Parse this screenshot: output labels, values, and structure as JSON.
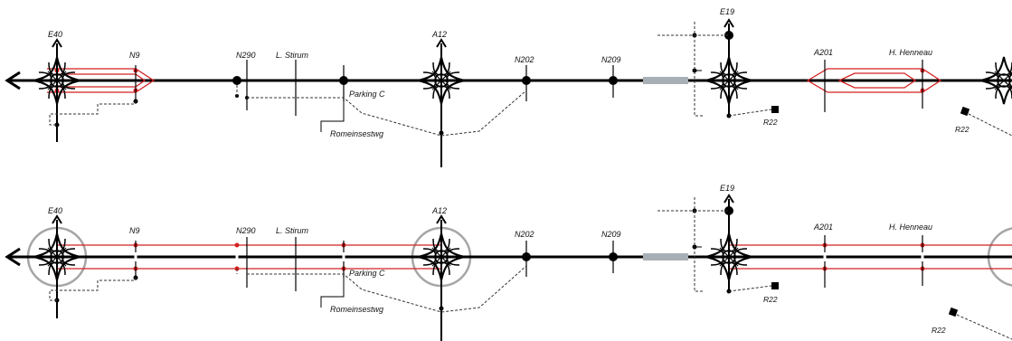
{
  "colors": {
    "road": "#000000",
    "proposal": "#d42020",
    "connector": "#333333",
    "ring": "#a6a6a6",
    "bridge": "#a9b0b5",
    "background": "#ffffff"
  },
  "icons": {
    "arrow": "left-arrow-icon",
    "north_arrow": "up-arrow-icon",
    "interchange": "cloverleaf-interchange-icon",
    "node": "junction-node-icon",
    "square": "square-marker-icon"
  },
  "labels": {
    "e40": "E40",
    "n9": "N9",
    "n290": "N290",
    "l_stirum": "L. Stirum",
    "a12": "A12",
    "n202": "N202",
    "n209": "N209",
    "e19": "E19",
    "a201": "A201",
    "h_henneau": "H. Henneau",
    "parking_c": "Parking C",
    "romeinsestwg": "Romeinsestwg",
    "r22": "R22"
  },
  "panels": [
    {
      "id": "current",
      "hub_rings": false
    },
    {
      "id": "proposed",
      "hub_rings": true
    }
  ]
}
